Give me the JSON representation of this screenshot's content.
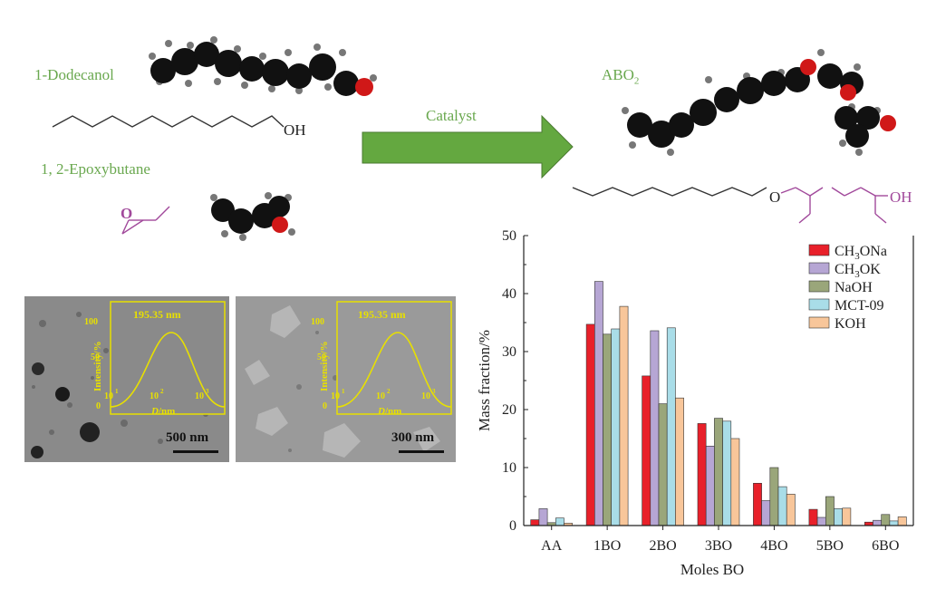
{
  "scheme": {
    "reactant1": "1-Dodecanol",
    "reactant2": "1, 2-Epoxybutane",
    "catalyst": "Catalyst",
    "product_base": "ABO",
    "product_sub": "2",
    "oh_label": "OH",
    "o_label": "O",
    "product_o_label": "O",
    "product_oh_label": "OH"
  },
  "sem": {
    "left": {
      "scale_label": "500 nm",
      "inset_peak": "195.35 nm",
      "inset_ylabel": "Intensity/%",
      "inset_xlabel_italic": "D",
      "inset_xlabel_rest": "/nm",
      "yticks": [
        "100",
        "50",
        "0"
      ],
      "xticks": [
        "1",
        "2",
        "3"
      ]
    },
    "right": {
      "scale_label": "300 nm",
      "inset_peak": "195.35 nm",
      "inset_ylabel": "Intensity/%",
      "inset_xlabel_italic": "D",
      "inset_xlabel_rest": "/nm",
      "yticks": [
        "100",
        "50",
        "0"
      ],
      "xticks": [
        "1",
        "2",
        "3"
      ]
    }
  },
  "chart_data": {
    "type": "bar",
    "categories": [
      "AA",
      "1BO",
      "2BO",
      "3BO",
      "4BO",
      "5BO",
      "6BO"
    ],
    "series": [
      {
        "name": "CH3ONa",
        "label_parts": [
          "CH",
          "3",
          "ONa"
        ],
        "color": "#e8202a",
        "values": [
          1.0,
          34.7,
          25.8,
          17.6,
          7.3,
          2.8,
          0.6
        ]
      },
      {
        "name": "CH3OK",
        "label_parts": [
          "CH",
          "3",
          "OK"
        ],
        "color": "#b6a6d4",
        "values": [
          2.9,
          42.1,
          33.6,
          13.7,
          4.3,
          1.4,
          0.9
        ]
      },
      {
        "name": "NaOH",
        "label_parts": [
          "NaOH"
        ],
        "color": "#9aa67a",
        "values": [
          0.5,
          33.0,
          21.0,
          18.5,
          10.0,
          5.0,
          1.9
        ]
      },
      {
        "name": "MCT-09",
        "label_parts": [
          "MCT-09"
        ],
        "color": "#a9dde8",
        "values": [
          1.3,
          33.9,
          34.1,
          18.0,
          6.7,
          2.9,
          0.8
        ]
      },
      {
        "name": "KOH",
        "label_parts": [
          "KOH"
        ],
        "color": "#f8c69a",
        "values": [
          0.4,
          37.8,
          22.0,
          15.0,
          5.4,
          3.0,
          1.5
        ]
      }
    ],
    "xlabel": "Moles BO",
    "ylabel": "Mass fraction/%",
    "ylim": [
      0,
      50
    ],
    "yticks": [
      0,
      10,
      20,
      30,
      40,
      50
    ],
    "legend_position": "top-right",
    "grid": false
  }
}
